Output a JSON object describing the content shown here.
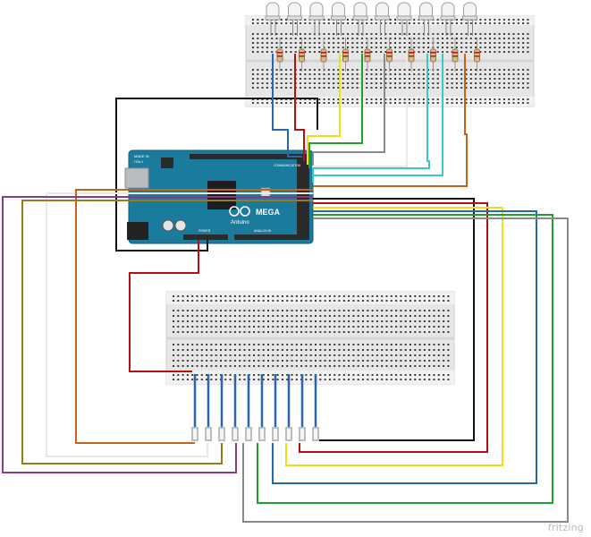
{
  "watermark": "fritzing",
  "board": {
    "model_label": "MEGA",
    "brand_label": "Arduino",
    "made_in_label": "MADE IN",
    "country_label": "ITALY",
    "communication_label": "COMMUNICATION",
    "power_label": "POWER",
    "analog_label": "ANALOG IN",
    "colors": {
      "board": "#1b7b9c",
      "board_dark": "#125d78",
      "header": "#2b2b2b",
      "chip": "#1e1e1e"
    }
  },
  "top_breadboard": {
    "led_count": 10
  },
  "bottom_breadboard": {
    "pin_count": 10
  },
  "wire_colors": {
    "black": "#111111",
    "red": "#b50f14",
    "blue": "#2767b0",
    "yellow": "#f0e014",
    "green": "#1fa02a",
    "gray": "#8a8a8a",
    "white": "#e8e8e8",
    "cyan": "#39c9c9",
    "orange": "#c8621a",
    "purple": "#8a3b8a",
    "olive": "#9a7a1a"
  }
}
